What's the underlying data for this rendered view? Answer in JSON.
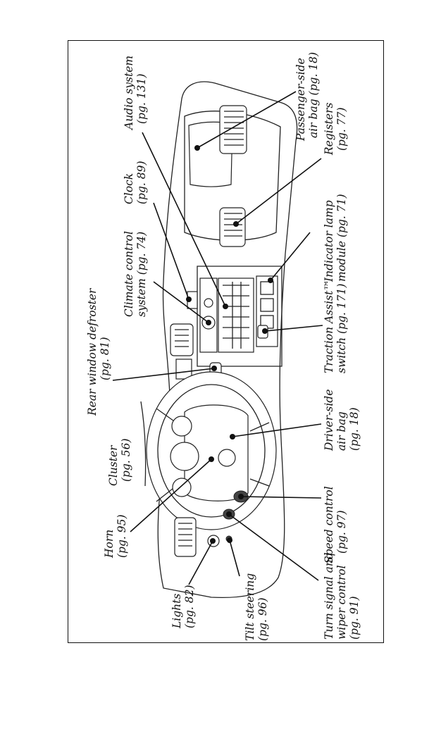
{
  "callouts": {
    "audio_system": [
      "Audio system",
      "(pg. 131)"
    ],
    "passenger_air_bag": [
      "Passenger-side",
      "air bag (pg. 18)"
    ],
    "clock": [
      "Clock",
      "(pg. 89)"
    ],
    "registers": [
      "Registers",
      "(pg. 77)"
    ],
    "climate_control": [
      "Climate control",
      "system (pg. 74)"
    ],
    "indicator_lamp": [
      "Indicator lamp",
      "module (pg. 71)"
    ],
    "rear_defroster": [
      "Rear window defroster",
      "(pg. 81)"
    ],
    "traction_assist": [
      "Traction Assist™",
      "switch (pg. 171)"
    ],
    "cluster": [
      "Cluster",
      "(pg. 56)"
    ],
    "driver_air_bag": [
      "Driver-side",
      "air bag",
      "(pg. 18)"
    ],
    "horn": [
      "Horn",
      "(pg. 95)"
    ],
    "speed_control": [
      "Speed control",
      "(pg. 97)"
    ],
    "lights": [
      "Lights",
      "(pg. 82)"
    ],
    "tilt_steering": [
      "Tilt steering",
      "(pg. 96)"
    ],
    "turn_signal": [
      "Turn signal and",
      "wiper control",
      "(pg. 91)"
    ]
  }
}
